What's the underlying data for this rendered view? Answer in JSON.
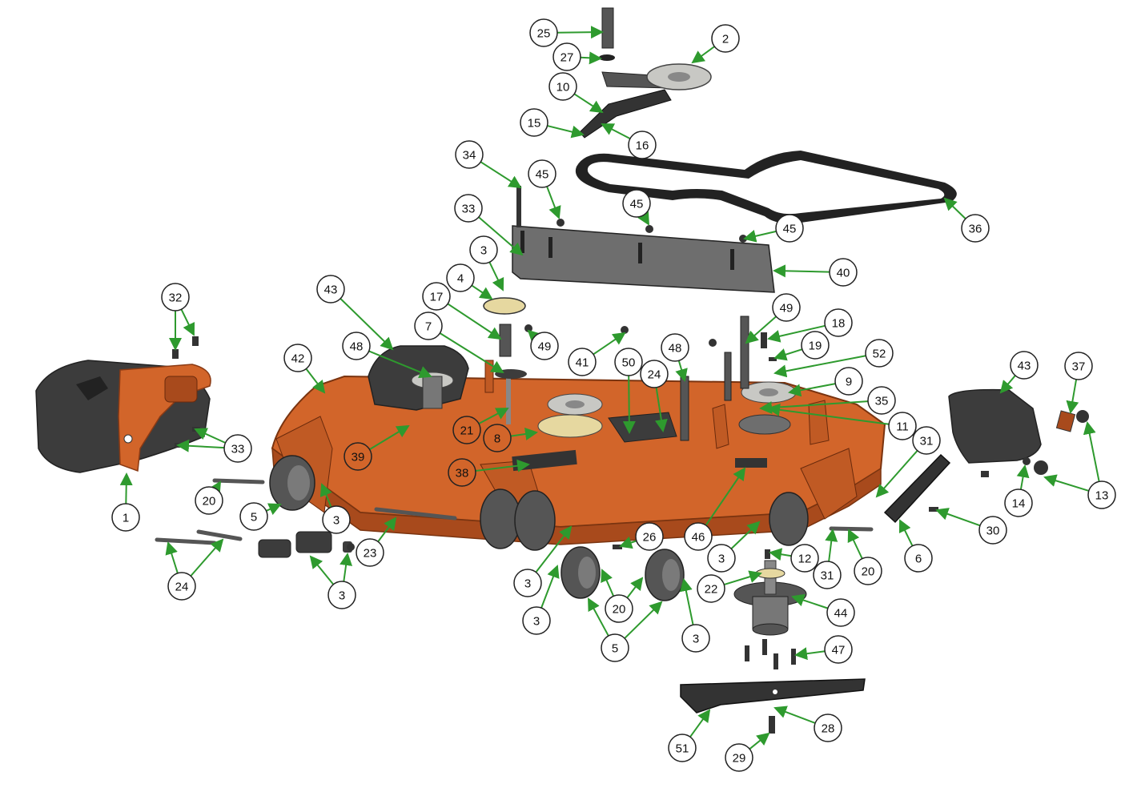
{
  "colors": {
    "deck_orange": "#d2652a",
    "deck_orange_dark": "#a84a1c",
    "part_dark_gray": "#3c3c3c",
    "part_mid_gray": "#6e6e6e",
    "pulley_light": "#c8c8c4",
    "leader_green": "#2e9a2e",
    "callout_orange_fill": "#d2652a"
  },
  "callouts": [
    {
      "id": "c1",
      "label": "1"
    },
    {
      "id": "c2",
      "label": "2"
    },
    {
      "id": "c3a",
      "label": "3"
    },
    {
      "id": "c3b",
      "label": "3"
    },
    {
      "id": "c3c",
      "label": "3"
    },
    {
      "id": "c3d",
      "label": "3"
    },
    {
      "id": "c3e",
      "label": "3"
    },
    {
      "id": "c3f",
      "label": "3"
    },
    {
      "id": "c3g",
      "label": "3"
    },
    {
      "id": "c4",
      "label": "4"
    },
    {
      "id": "c5a",
      "label": "5"
    },
    {
      "id": "c5b",
      "label": "5"
    },
    {
      "id": "c6",
      "label": "6"
    },
    {
      "id": "c7",
      "label": "7"
    },
    {
      "id": "c8",
      "label": "8"
    },
    {
      "id": "c9",
      "label": "9"
    },
    {
      "id": "c10",
      "label": "10"
    },
    {
      "id": "c11",
      "label": "11"
    },
    {
      "id": "c12",
      "label": "12"
    },
    {
      "id": "c13",
      "label": "13"
    },
    {
      "id": "c14",
      "label": "14"
    },
    {
      "id": "c15",
      "label": "15"
    },
    {
      "id": "c16",
      "label": "16"
    },
    {
      "id": "c17",
      "label": "17"
    },
    {
      "id": "c18",
      "label": "18"
    },
    {
      "id": "c19",
      "label": "19"
    },
    {
      "id": "c20a",
      "label": "20"
    },
    {
      "id": "c20b",
      "label": "20"
    },
    {
      "id": "c20c",
      "label": "20"
    },
    {
      "id": "c21",
      "label": "21"
    },
    {
      "id": "c22",
      "label": "22"
    },
    {
      "id": "c23",
      "label": "23"
    },
    {
      "id": "c24a",
      "label": "24"
    },
    {
      "id": "c24b",
      "label": "24"
    },
    {
      "id": "c25",
      "label": "25"
    },
    {
      "id": "c26",
      "label": "26"
    },
    {
      "id": "c27",
      "label": "27"
    },
    {
      "id": "c28",
      "label": "28"
    },
    {
      "id": "c29",
      "label": "29"
    },
    {
      "id": "c30",
      "label": "30"
    },
    {
      "id": "c31a",
      "label": "31"
    },
    {
      "id": "c31b",
      "label": "31"
    },
    {
      "id": "c32",
      "label": "32"
    },
    {
      "id": "c33a",
      "label": "33"
    },
    {
      "id": "c33b",
      "label": "33"
    },
    {
      "id": "c34",
      "label": "34"
    },
    {
      "id": "c35",
      "label": "35"
    },
    {
      "id": "c36",
      "label": "36"
    },
    {
      "id": "c37",
      "label": "37"
    },
    {
      "id": "c38",
      "label": "38"
    },
    {
      "id": "c39",
      "label": "39"
    },
    {
      "id": "c40",
      "label": "40"
    },
    {
      "id": "c41",
      "label": "41"
    },
    {
      "id": "c42",
      "label": "42"
    },
    {
      "id": "c43a",
      "label": "43"
    },
    {
      "id": "c43b",
      "label": "43"
    },
    {
      "id": "c44",
      "label": "44"
    },
    {
      "id": "c45a",
      "label": "45"
    },
    {
      "id": "c45b",
      "label": "45"
    },
    {
      "id": "c45c",
      "label": "45"
    },
    {
      "id": "c46",
      "label": "46"
    },
    {
      "id": "c47",
      "label": "47"
    },
    {
      "id": "c48a",
      "label": "48"
    },
    {
      "id": "c48b",
      "label": "48"
    },
    {
      "id": "c49a",
      "label": "49"
    },
    {
      "id": "c49b",
      "label": "49"
    },
    {
      "id": "c50",
      "label": "50"
    },
    {
      "id": "c51",
      "label": "51"
    },
    {
      "id": "c52",
      "label": "52"
    }
  ]
}
